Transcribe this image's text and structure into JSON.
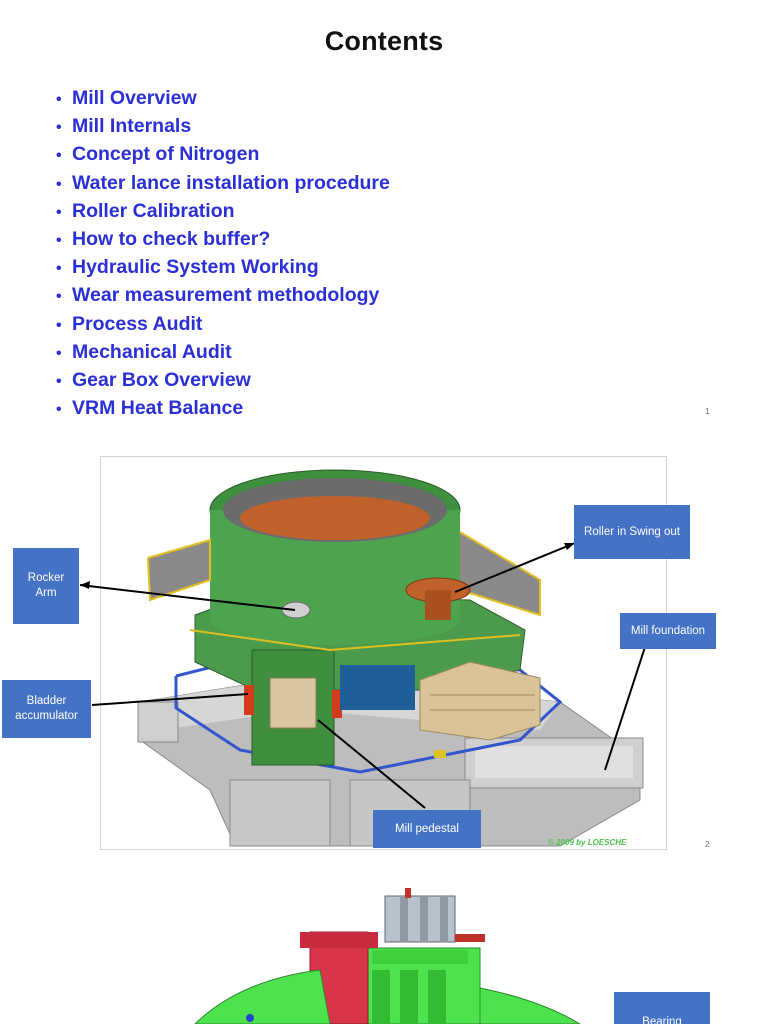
{
  "slide1": {
    "title": "Contents",
    "items": [
      "Mill Overview",
      "Mill Internals",
      "Concept of Nitrogen",
      "Water lance installation procedure",
      "Roller Calibration",
      "How to check buffer?",
      "Hydraulic System Working",
      "Wear measurement methodology",
      "Process Audit",
      "Mechanical Audit",
      "Gear Box Overview",
      "VRM Heat Balance"
    ],
    "bullet": "•",
    "page_number": "1"
  },
  "slide2": {
    "callouts": {
      "rocker_arm": "Rocker Arm",
      "roller_swing": "Roller in Swing out",
      "mill_foundation": "Mill foundation",
      "bladder_accumulator": "Bladder accumulator",
      "mill_pedestal": "Mill pedestal"
    },
    "watermark": "© 2009 by LOESCHE",
    "page_number": "2"
  },
  "slide3": {
    "callouts": {
      "bearing": "Bearing"
    }
  },
  "colors": {
    "heading_blue": "#2a2fd6",
    "callout_blue": "#4472c4",
    "mill_green": "#3f8f3f",
    "gear_green": "#44e044"
  }
}
